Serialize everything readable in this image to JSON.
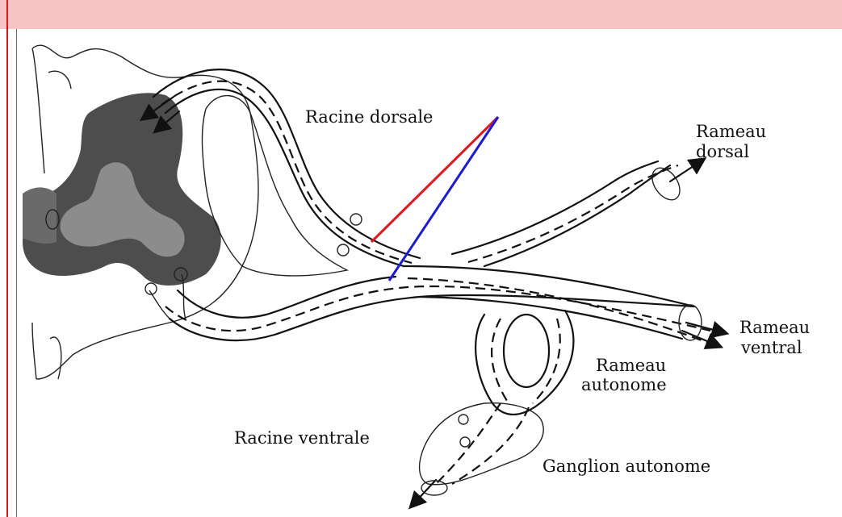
{
  "labels": {
    "racine_dorsale": "Racine dorsale",
    "rameau_dorsal_1": "Rameau",
    "rameau_dorsal_2": "dorsal",
    "rameau_ventral_1": "Rameau",
    "rameau_ventral_2": "ventral",
    "rameau_autonome_1": "Rameau",
    "rameau_autonome_2": "autonome",
    "racine_ventrale": "Racine ventrale",
    "ganglion_autonome": "Ganglion autonome"
  },
  "colors": {
    "header_band": "#f7c4c4",
    "left_rule": "#c81e1e",
    "pointer_red": "#e8131b",
    "pointer_blue": "#1a1adb",
    "gray_matter_dark": "#4a4a4a",
    "gray_matter_light": "#8a8a8a"
  }
}
